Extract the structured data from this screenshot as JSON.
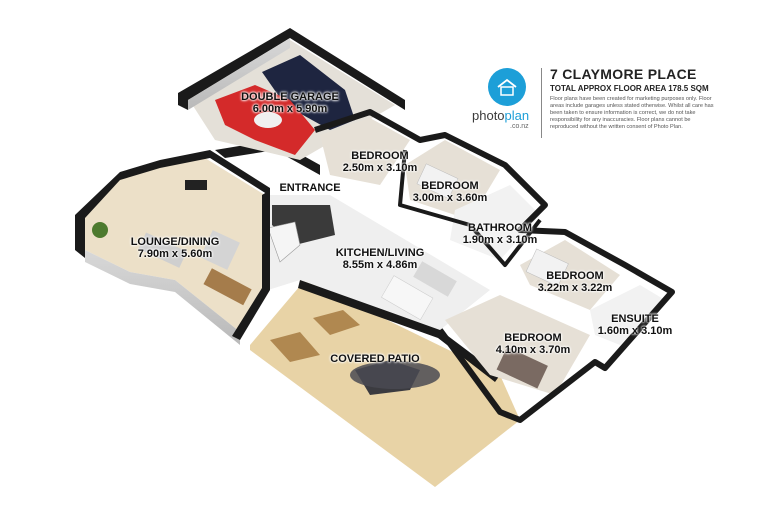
{
  "header": {
    "address": "7 CLAYMORE PLACE",
    "floor_area": "TOTAL APPROX FLOOR AREA 178.5 SQM",
    "disclaimer": "Floor plans have been created for marketing purposes only. Floor areas include garages unless stated otherwise. Whilst all care has been taken to ensure information is correct, we do not take responsibility for any inaccuracies. Floor plans cannot be reproduced without the written consent of Photo Plan."
  },
  "logo": {
    "brand_part1": "photo",
    "brand_part2": "plan",
    "domain": ".co.nz",
    "icon": "house-icon",
    "color": "#1d9fd8"
  },
  "rooms": [
    {
      "id": "double-garage",
      "name": "DOUBLE GARAGE",
      "dims": "6.00m x 5.90m"
    },
    {
      "id": "bedroom-1",
      "name": "BEDROOM",
      "dims": "2.50m x 3.10m"
    },
    {
      "id": "bedroom-2",
      "name": "BEDROOM",
      "dims": "3.00m x 3.60m"
    },
    {
      "id": "entrance",
      "name": "ENTRANCE",
      "dims": ""
    },
    {
      "id": "bathroom",
      "name": "BATHROOM",
      "dims": "1.90m x 3.10m"
    },
    {
      "id": "lounge-dining",
      "name": "LOUNGE/DINING",
      "dims": "7.90m x 5.60m"
    },
    {
      "id": "kitchen-living",
      "name": "KITCHEN/LIVING",
      "dims": "8.55m x 4.86m"
    },
    {
      "id": "bedroom-3",
      "name": "BEDROOM",
      "dims": "3.22m x 3.22m"
    },
    {
      "id": "ensuite",
      "name": "ENSUITE",
      "dims": "1.60m x 3.10m"
    },
    {
      "id": "bedroom-4",
      "name": "BEDROOM",
      "dims": "4.10m x 3.70m"
    },
    {
      "id": "covered-patio",
      "name": "COVERED PATIO",
      "dims": ""
    }
  ],
  "colors": {
    "wall": "#1a1a1a",
    "floor_wood": "#e9dcc2",
    "floor_tile": "#ededed",
    "carpet": "#e3ddd2",
    "patio": "#e6cfa0",
    "car_red": "#d42a2a",
    "car_navy": "#1e2540"
  }
}
